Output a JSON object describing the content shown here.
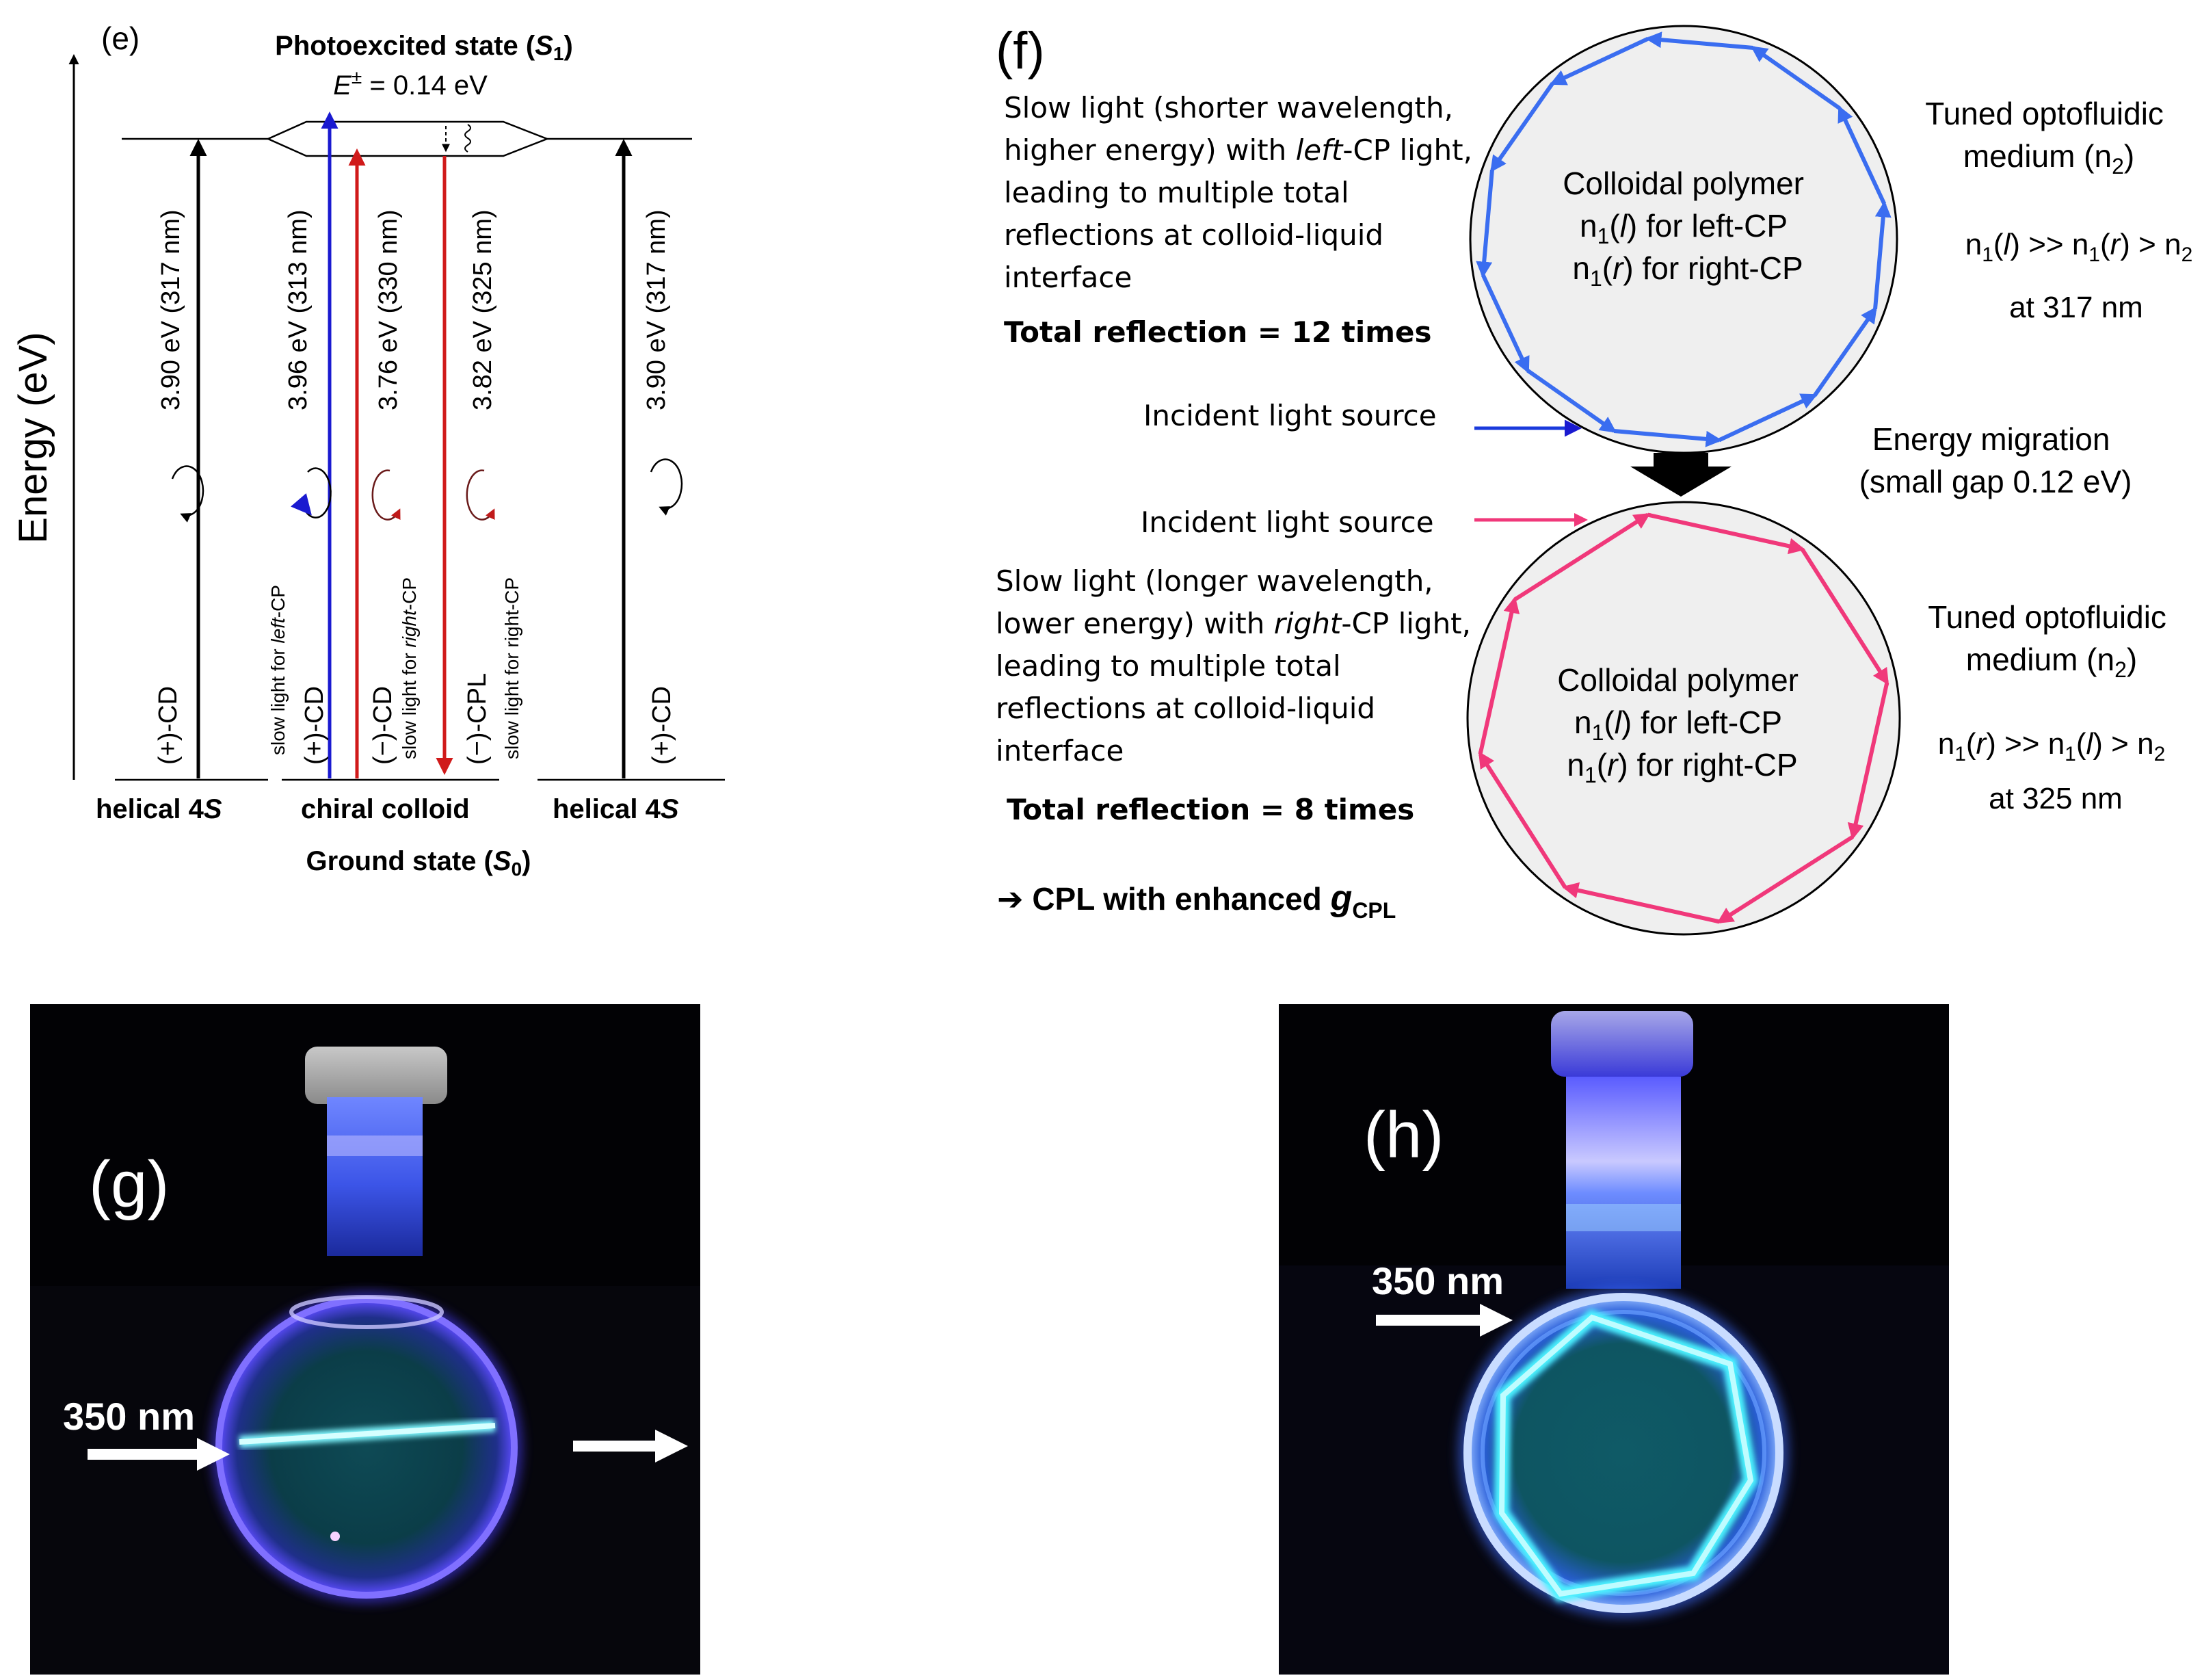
{
  "panel_e": {
    "label": "(e)",
    "excited_title": "Photoexcited state (",
    "excited_symbol": "S",
    "excited_sub": "1",
    "excited_close": ")",
    "energy_gap_symbol": "E",
    "energy_gap_sup": "±",
    "energy_gap_value": " = 0.14 eV",
    "y_axis_label": "Energy (eV)",
    "arrows": [
      {
        "energy": "3.90 eV (317 nm)",
        "color": "#000000"
      },
      {
        "energy": "3.96 eV (313 nm)",
        "color": "#1a1ad0"
      },
      {
        "energy": "3.76 eV (330 nm)",
        "color": "#d01a1a"
      },
      {
        "energy": "3.82 eV (325 nm)",
        "color": "#d01a1a"
      },
      {
        "energy": "3.90 eV (317 nm)",
        "color": "#000000"
      }
    ],
    "cd_labels": {
      "left": "(+)-CD",
      "plus_cd": "(+)-CD",
      "minus_cd": "(−)-CD",
      "minus_cpl": "(−)-CPL",
      "right": "(+)-CD"
    },
    "slow_light_left_prefix": "slow light for ",
    "slow_light_left_emph": "left",
    "slow_light_left_suffix": "-CP",
    "slow_light_right_prefix": "slow light for ",
    "slow_light_right_emph": "right",
    "slow_light_right_suffix": "-CP",
    "slow_light_right2": "slow light for right-CP",
    "ground_left_prefix": "helical 4",
    "ground_left_emph": "S",
    "ground_center": "chiral colloid",
    "ground_right_prefix": "helical 4",
    "ground_right_emph": "S",
    "ground_title": "Ground state (",
    "ground_symbol": "S",
    "ground_sub": "0",
    "ground_close": ")"
  },
  "panel_f": {
    "label": "(f)",
    "top_desc": [
      "Slow light (shorter wavelength,",
      "higher energy) with ",
      "left",
      "-CP light,",
      "leading to multiple total",
      "reflections at colloid-liquid",
      "interface"
    ],
    "top_total": "Total reflection = 12 times",
    "incident_1": "Incident light source",
    "incident_2": "Incident light source",
    "circle_text": {
      "title": "Colloidal polymer",
      "line2_a": "n",
      "line2_sub": "1",
      "line2_b": "(",
      "line2_i": "l",
      "line2_c": ") for left-CP",
      "line3_a": "n",
      "line3_sub": "1",
      "line3_b": "(",
      "line3_i": "r",
      "line3_c": ") for right-CP"
    },
    "tuned_line1": "Tuned optofluidic",
    "tuned_line2_a": "medium (n",
    "tuned_line2_sub": "2",
    "tuned_line2_b": ")",
    "top_relation": {
      "a": "n",
      "s1": "1",
      "b": "(",
      "i1": "l",
      "c": ") >> n",
      "s2": "1",
      "d": "(",
      "i2": "r",
      "e": ") > n",
      "s3": "2"
    },
    "top_wavelength": "at 317 nm",
    "migration_1": "Energy migration",
    "migration_2": "(small gap 0.12 eV)",
    "bottom_desc": [
      "Slow light (longer wavelength,",
      "lower energy) with ",
      "right",
      "-CP light,",
      "leading to multiple total",
      "reflections at colloid-liquid",
      "interface"
    ],
    "bottom_total": "Total reflection = 8 times",
    "bottom_relation": {
      "a": "n",
      "s1": "1",
      "b": "(",
      "i1": "r",
      "c": ") >> n",
      "s2": "1",
      "d": "(",
      "i2": "l",
      "e": ") > n",
      "s3": "2"
    },
    "bottom_wavelength": "at 325 nm",
    "conclusion_arrow": "➔",
    "conclusion_text": " CPL with enhanced ",
    "conclusion_g": "g",
    "conclusion_sub": "CPL",
    "top_reflections": 12,
    "bottom_reflections": 8,
    "top_color": "#3a6df0",
    "bottom_color": "#f0387a"
  },
  "panel_g": {
    "label": "(g)",
    "wavelength": "350 nm"
  },
  "panel_h": {
    "label": "(h)",
    "wavelength": "350 nm"
  }
}
